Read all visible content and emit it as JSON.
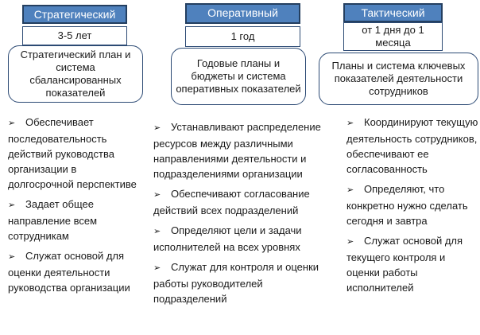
{
  "columns": [
    {
      "header": "Стратегический",
      "term": "3-5 лет",
      "description": "Стратегический план и система сбалансированных показателей",
      "bullets": [
        "Обеспечивает последовательность действий руководства организации в долгосрочной перспективе",
        "Задает общее направление всем сотрудникам",
        "Служат основой для оценки деятельности руководства организации"
      ]
    },
    {
      "header": "Оперативный",
      "term": "1 год",
      "description": "Годовые планы и бюджеты и система оперативных показателей",
      "bullets": [
        "Устанавливают распределение ресурсов между различными направлениями деятельности и подразделениями организации",
        "Обеспечивают согласование действий всех подразделений",
        "Определяют цели и задачи исполнителей на всех уровнях",
        "Служат для контроля и оценки работы руководителей подразделений"
      ]
    },
    {
      "header": "Тактический",
      "term": "от 1 дня до 1 месяца",
      "description": "Планы и система ключевых показателей деятельности сотрудников",
      "bullets": [
        "Координируют текущую деятельность сотрудников, обеспечивают ее согласованность",
        "Определяют, что конкретно нужно сделать сегодня и завтра",
        "Служат основой для текущего контроля и оценки работы исполнителей"
      ]
    }
  ],
  "bullet_glyph": "➢"
}
